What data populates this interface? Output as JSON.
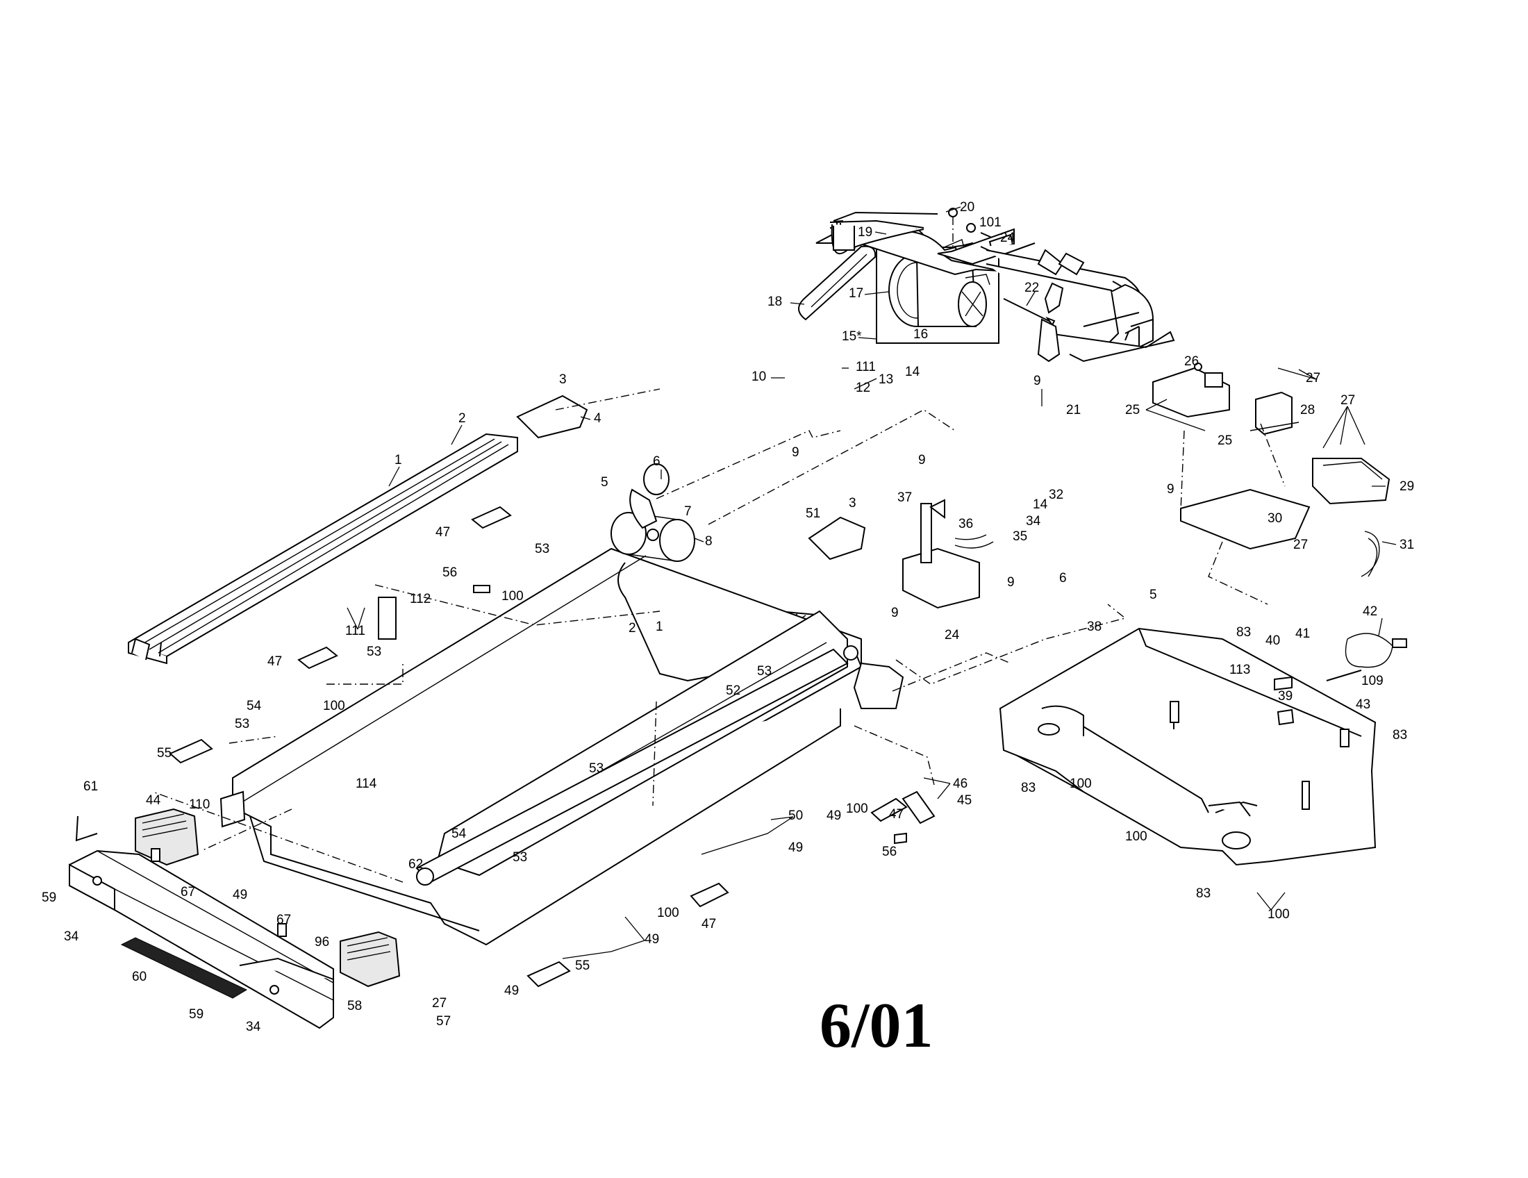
{
  "date_stamp": "6/01",
  "labels": [
    {
      "id": "p20",
      "text": "20"
    },
    {
      "id": "p19",
      "text": "19"
    },
    {
      "id": "p101",
      "text": "101"
    },
    {
      "id": "p24a",
      "text": "24"
    },
    {
      "id": "p18",
      "text": "18"
    },
    {
      "id": "p17",
      "text": "17"
    },
    {
      "id": "p16",
      "text": "16"
    },
    {
      "id": "p15",
      "text": "15*"
    },
    {
      "id": "p22",
      "text": "22"
    },
    {
      "id": "p10",
      "text": "10"
    },
    {
      "id": "p111a",
      "text": "111"
    },
    {
      "id": "p12",
      "text": "12"
    },
    {
      "id": "p13",
      "text": "13"
    },
    {
      "id": "p14a",
      "text": "14"
    },
    {
      "id": "p9a",
      "text": "9"
    },
    {
      "id": "p21",
      "text": "21"
    },
    {
      "id": "p9b",
      "text": "9"
    },
    {
      "id": "p9c",
      "text": "9"
    },
    {
      "id": "p3a",
      "text": "3"
    },
    {
      "id": "p4",
      "text": "4"
    },
    {
      "id": "p2a",
      "text": "2"
    },
    {
      "id": "p1a",
      "text": "1"
    },
    {
      "id": "p6a",
      "text": "6"
    },
    {
      "id": "p5a",
      "text": "5"
    },
    {
      "id": "p7",
      "text": "7"
    },
    {
      "id": "p8",
      "text": "8"
    },
    {
      "id": "p3b",
      "text": "3"
    },
    {
      "id": "p51",
      "text": "51"
    },
    {
      "id": "p37",
      "text": "37"
    },
    {
      "id": "p36",
      "text": "36"
    },
    {
      "id": "p32",
      "text": "32"
    },
    {
      "id": "p14b",
      "text": "14"
    },
    {
      "id": "p34a",
      "text": "34"
    },
    {
      "id": "p35",
      "text": "35"
    },
    {
      "id": "p9d",
      "text": "9"
    },
    {
      "id": "p6b",
      "text": "6"
    },
    {
      "id": "p5b",
      "text": "5"
    },
    {
      "id": "p9e",
      "text": "9"
    },
    {
      "id": "p24b",
      "text": "24"
    },
    {
      "id": "p9f",
      "text": "9"
    },
    {
      "id": "p26",
      "text": "26"
    },
    {
      "id": "p27a",
      "text": "27"
    },
    {
      "id": "p28",
      "text": "28"
    },
    {
      "id": "p25a",
      "text": "25"
    },
    {
      "id": "p25b",
      "text": "25"
    },
    {
      "id": "p27b",
      "text": "27"
    },
    {
      "id": "p29",
      "text": "29"
    },
    {
      "id": "p30",
      "text": "30"
    },
    {
      "id": "p27c",
      "text": "27"
    },
    {
      "id": "p31",
      "text": "31"
    },
    {
      "id": "p47a",
      "text": "47"
    },
    {
      "id": "p53a",
      "text": "53"
    },
    {
      "id": "p56a",
      "text": "56"
    },
    {
      "id": "p100a",
      "text": "100"
    },
    {
      "id": "p112",
      "text": "112"
    },
    {
      "id": "p111b",
      "text": "111"
    },
    {
      "id": "p53b",
      "text": "53"
    },
    {
      "id": "p47b",
      "text": "47"
    },
    {
      "id": "p100b",
      "text": "100"
    },
    {
      "id": "p2b",
      "text": "2"
    },
    {
      "id": "p1b",
      "text": "1"
    },
    {
      "id": "p54a",
      "text": "54"
    },
    {
      "id": "p53c",
      "text": "53"
    },
    {
      "id": "p55a",
      "text": "55"
    },
    {
      "id": "p53d",
      "text": "53"
    },
    {
      "id": "p52",
      "text": "52"
    },
    {
      "id": "p114",
      "text": "114"
    },
    {
      "id": "p61",
      "text": "61"
    },
    {
      "id": "p110",
      "text": "110"
    },
    {
      "id": "p44",
      "text": "44"
    },
    {
      "id": "p53e",
      "text": "53"
    },
    {
      "id": "p49a",
      "text": "49"
    },
    {
      "id": "p100c",
      "text": "100"
    },
    {
      "id": "p47c",
      "text": "47"
    },
    {
      "id": "p46",
      "text": "46"
    },
    {
      "id": "p45",
      "text": "45"
    },
    {
      "id": "p50",
      "text": "50"
    },
    {
      "id": "p56b",
      "text": "56"
    },
    {
      "id": "p54b",
      "text": "54"
    },
    {
      "id": "p53f",
      "text": "53"
    },
    {
      "id": "p49b",
      "text": "49"
    },
    {
      "id": "p62",
      "text": "62"
    },
    {
      "id": "p67a",
      "text": "67"
    },
    {
      "id": "p49c",
      "text": "49"
    },
    {
      "id": "p59a",
      "text": "59"
    },
    {
      "id": "p34b",
      "text": "34"
    },
    {
      "id": "p100d",
      "text": "100"
    },
    {
      "id": "p47d",
      "text": "47"
    },
    {
      "id": "p67b",
      "text": "67"
    },
    {
      "id": "p96",
      "text": "96"
    },
    {
      "id": "p49d",
      "text": "49"
    },
    {
      "id": "p60",
      "text": "60"
    },
    {
      "id": "p55b",
      "text": "55"
    },
    {
      "id": "p49e",
      "text": "49"
    },
    {
      "id": "p58",
      "text": "58"
    },
    {
      "id": "p27d",
      "text": "27"
    },
    {
      "id": "p57",
      "text": "57"
    },
    {
      "id": "p59b",
      "text": "59"
    },
    {
      "id": "p34c",
      "text": "34"
    },
    {
      "id": "p38",
      "text": "38"
    },
    {
      "id": "p83a",
      "text": "83"
    },
    {
      "id": "p40",
      "text": "40"
    },
    {
      "id": "p41",
      "text": "41"
    },
    {
      "id": "p42",
      "text": "42"
    },
    {
      "id": "p113",
      "text": "113"
    },
    {
      "id": "p109",
      "text": "109"
    },
    {
      "id": "p39",
      "text": "39"
    },
    {
      "id": "p43",
      "text": "43"
    },
    {
      "id": "p83b",
      "text": "83"
    },
    {
      "id": "p83c",
      "text": "83"
    },
    {
      "id": "p100e",
      "text": "100"
    },
    {
      "id": "p100f",
      "text": "100"
    },
    {
      "id": "p83d",
      "text": "83"
    },
    {
      "id": "p100g",
      "text": "100"
    }
  ]
}
